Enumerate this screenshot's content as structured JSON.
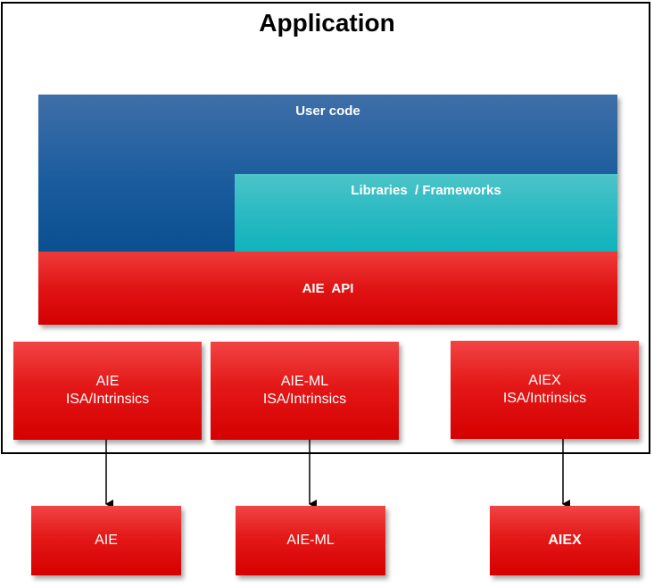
{
  "diagram": {
    "title": "Application",
    "user_code": "User code",
    "libraries": "Libraries  / Frameworks",
    "api": "AIE  API",
    "isa_boxes": [
      {
        "line1": "AIE",
        "line2": "ISA/Intrinsics"
      },
      {
        "line1": "AIE-ML",
        "line2": "ISA/Intrinsics"
      },
      {
        "line1": "AIEX",
        "line2": "ISA/Intrinsics"
      }
    ],
    "device_boxes": [
      "AIE",
      "AIE-ML",
      "AIEX"
    ],
    "colors": {
      "user_code": "#1a5c9e",
      "libraries": "#2bbac2",
      "red": "#e01414",
      "border": "#000000"
    }
  }
}
